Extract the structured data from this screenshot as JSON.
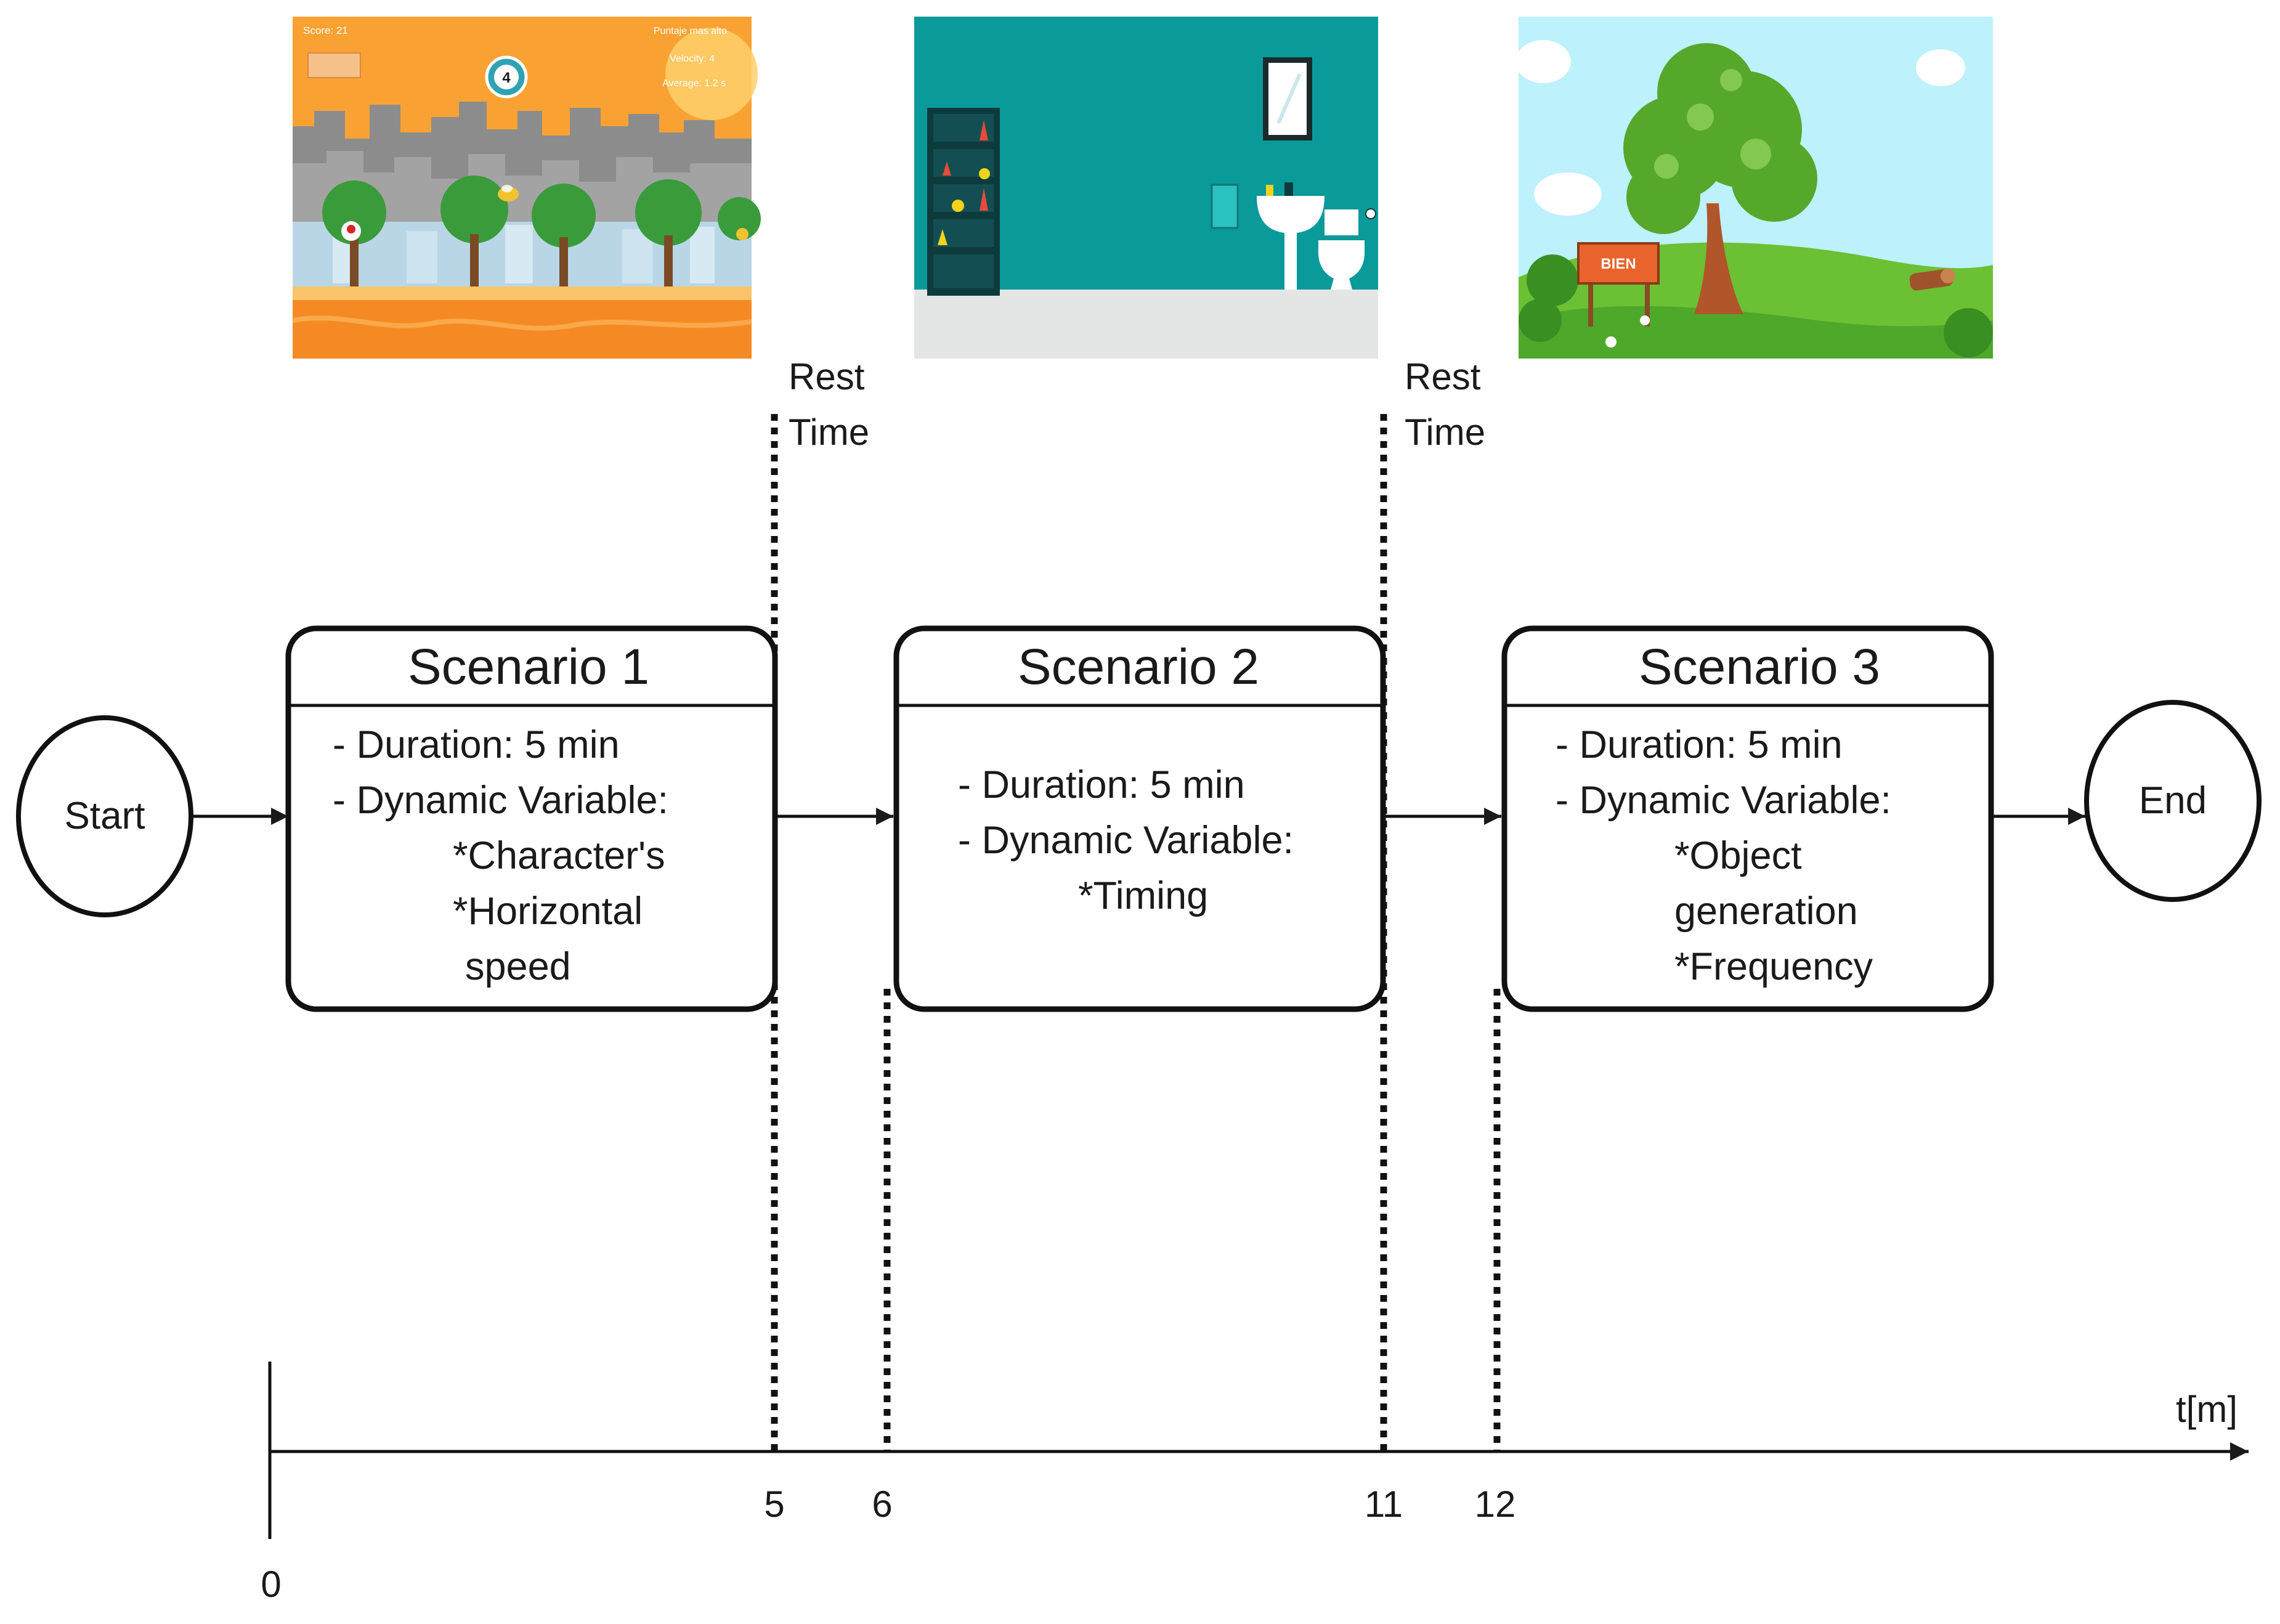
{
  "start_label": "Start",
  "end_label": "End",
  "rest_label": {
    "line1": "Rest",
    "line2": "Time"
  },
  "scenarios": [
    {
      "title": "Scenario 1",
      "lines": [
        "- Duration: 5 min",
        "- Dynamic Variable:",
        "*Character's",
        "*Horizontal",
        "speed"
      ]
    },
    {
      "title": "Scenario 2",
      "lines": [
        "- Duration: 5 min",
        "- Dynamic Variable:",
        "*Timing"
      ]
    },
    {
      "title": "Scenario 3",
      "lines": [
        "- Duration: 5 min",
        "- Dynamic Variable:",
        "*Object",
        "generation",
        "*Frequency"
      ]
    }
  ],
  "thumbnails": [
    {
      "name": "scenario-1-game-scene",
      "hud": {
        "score": "Score: 21",
        "right1": "Puntaje mas alto",
        "right2": "Velocity: 4",
        "right3": "Average: 1.2 s"
      },
      "badge": "4",
      "colors": {
        "sky": "#f7941d",
        "sun": "#ffcf6b",
        "ground": "#f58a24",
        "city": "#8c8c8c",
        "trees": "#3a9b3a"
      }
    },
    {
      "name": "scenario-2-bathroom-scene",
      "colors": {
        "wall": "#0a9a9a",
        "floor": "#e4e6e6",
        "shelf": "#0d3b3d",
        "fixture": "#ffffff"
      }
    },
    {
      "name": "scenario-3-park-scene",
      "sign": "BIEN",
      "colors": {
        "sky": "#bdf1fb",
        "grass": "#6bc133",
        "tree": "#56a82b",
        "trunk": "#b1552a",
        "sign": "#e8642c"
      }
    }
  ],
  "axis": {
    "label": "t[m]",
    "origin": "0",
    "ticks": [
      "5",
      "6",
      "11",
      "12"
    ]
  }
}
